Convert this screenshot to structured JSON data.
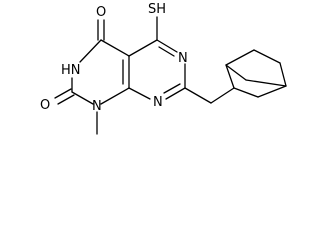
{
  "molecule": {
    "atom_labels": {
      "thiol": "SH",
      "carbonyl_top_oxygen": "O",
      "ring_nh": "HN",
      "ring_n_right": "N",
      "ring_n_bottom": "N",
      "methyl_n": "N",
      "carbonyl_bottom_oxygen": "O"
    },
    "colors": {
      "bond": "#000000",
      "label": "#000000",
      "background": "#ffffff"
    }
  }
}
